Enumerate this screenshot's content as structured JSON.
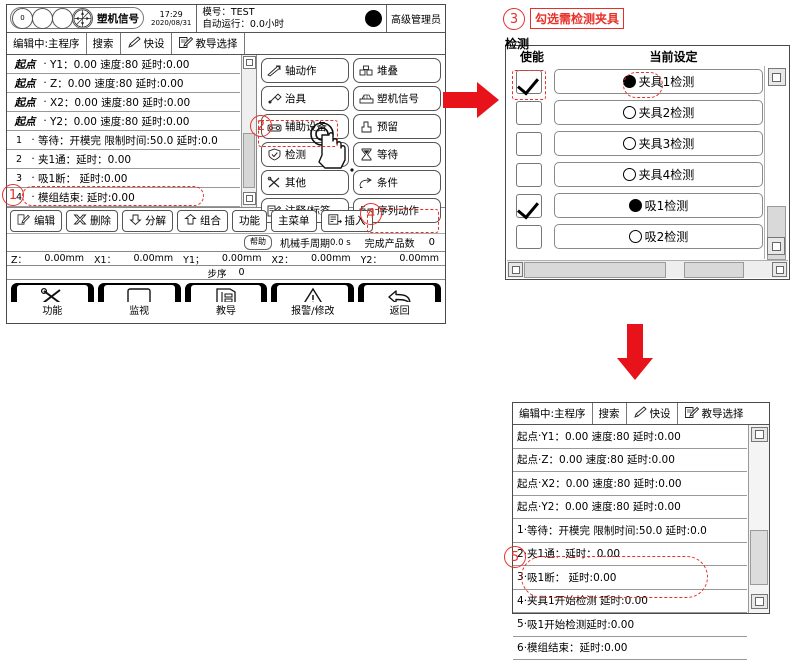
{
  "hmi": {
    "status": {
      "gauge_value": "0",
      "signal_label": "塑机信号",
      "time": "17:29",
      "date": "2020/08/31",
      "mold_label": "模号：TEST",
      "run_label": "自动运行：0.0小时",
      "user": "高级管理员"
    },
    "toolbar": [
      {
        "label": "编辑中:主程序",
        "icon": ""
      },
      {
        "label": "搜索",
        "icon": ""
      },
      {
        "label": "快设",
        "icon": "pencil-icon"
      },
      {
        "label": "教导选择",
        "icon": "edit-doc-icon"
      }
    ],
    "program_rows": [
      {
        "idx": "起点",
        "dot": "·",
        "body": "Y1：0.00 速度:80   延时:0.00"
      },
      {
        "idx": "起点",
        "dot": "·",
        "body": "Z：0.00 速度:80   延时:0.00"
      },
      {
        "idx": "起点",
        "dot": "·",
        "body": "X2：0.00 速度:80   延时:0.00"
      },
      {
        "idx": "起点",
        "dot": "·",
        "body": "Y2：0.00 速度:80   延时:0.00"
      },
      {
        "idx": "1",
        "dot": "·",
        "body": "等待：开模完 限制时间:50.0 延时:0.0"
      },
      {
        "idx": "2",
        "dot": "·",
        "body": "夹1通：延时：0.00"
      },
      {
        "idx": "3",
        "dot": "·",
        "body": "吸1断：  延时:0.00"
      },
      {
        "idx": "4",
        "dot": "·",
        "body": "模组结束: 延时:0.00"
      }
    ],
    "action_buttons": [
      {
        "label": "轴动作",
        "icon": "axis-motion-icon"
      },
      {
        "label": "堆叠",
        "icon": "stack-icon"
      },
      {
        "label": "治具",
        "icon": "jig-icon"
      },
      {
        "label": "塑机信号",
        "icon": "molding-machine-icon"
      },
      {
        "label": "辅助设备",
        "icon": "aux-device-icon"
      },
      {
        "label": "预留",
        "icon": "reserve-icon"
      },
      {
        "label": "检测",
        "icon": "detect-shield-icon"
      },
      {
        "label": "等待",
        "icon": "hourglass-icon"
      },
      {
        "label": "其他",
        "icon": "tools-icon"
      },
      {
        "label": "条件",
        "icon": "condition-icon"
      },
      {
        "label": "注释/标签",
        "icon": "note-icon"
      },
      {
        "label": "序列动作",
        "icon": "sequence-icon"
      }
    ],
    "edit_buttons": [
      {
        "label": "编辑",
        "icon": "edit-icon"
      },
      {
        "label": "删除",
        "icon": "delete-x-icon"
      },
      {
        "label": "分解",
        "icon": "decompose-icon"
      },
      {
        "label": "组合",
        "icon": "combine-icon"
      },
      {
        "label": "功能",
        "icon": ""
      },
      {
        "label": "主菜单",
        "icon": ""
      },
      {
        "label": "插入",
        "icon": "insert-icon"
      }
    ],
    "info": {
      "help": "帮助",
      "cycle_label": "机械手周期",
      "cycle_value": "0.0 s",
      "product_label": "完成产品数",
      "product_value": "0"
    },
    "axes": [
      {
        "k": "Z：",
        "v": "0.00mm"
      },
      {
        "k": "X1：",
        "v": "0.00mm"
      },
      {
        "k": "Y1；",
        "v": "0.00mm"
      },
      {
        "k": "X2：",
        "v": "0.00mm"
      },
      {
        "k": "Y2：",
        "v": "0.00mm"
      }
    ],
    "step": {
      "label": "步序",
      "value": "0"
    },
    "tabs": [
      {
        "label": "功能",
        "icon": "tools-icon"
      },
      {
        "label": "监视",
        "icon": "monitor-icon"
      },
      {
        "label": "教导",
        "icon": "teach-icon"
      },
      {
        "label": "报警/修改",
        "icon": "warning-icon"
      },
      {
        "label": "返回",
        "icon": "back-arrow-icon"
      }
    ]
  },
  "detect_panel": {
    "title": "检测",
    "col_enable": "使能",
    "col_current": "当前设定",
    "rows": [
      {
        "checked": true,
        "selected": true,
        "label": "夹具1检测"
      },
      {
        "checked": false,
        "selected": false,
        "label": "夹具2检测"
      },
      {
        "checked": false,
        "selected": false,
        "label": "夹具3检测"
      },
      {
        "checked": false,
        "selected": false,
        "label": "夹具4检测"
      },
      {
        "checked": true,
        "selected": true,
        "label": "吸1检测"
      },
      {
        "checked": false,
        "selected": false,
        "label": "吸2检测"
      }
    ]
  },
  "result_panel": {
    "toolbar": [
      {
        "label": "编辑中:主程序"
      },
      {
        "label": "搜索"
      },
      {
        "label": "快设"
      },
      {
        "label": "教导选择"
      }
    ],
    "rows": [
      {
        "idx": "起点",
        "dot": "·",
        "body": "Y1：0.00 速度:80   延时:0.00"
      },
      {
        "idx": "起点",
        "dot": "·",
        "body": "Z：0.00 速度:80   延时:0.00"
      },
      {
        "idx": "起点",
        "dot": "·",
        "body": "X2：0.00 速度:80   延时:0.00"
      },
      {
        "idx": "起点",
        "dot": "·",
        "body": "Y2：0.00 速度:80   延时:0.00"
      },
      {
        "idx": "1",
        "dot": "·",
        "body": "等待：开模完 限制时间:50.0 延时:0.0"
      },
      {
        "idx": "2",
        "dot": "·",
        "body": "夹1通：延时：0.00"
      },
      {
        "idx": "3",
        "dot": "·",
        "body": "吸1断：  延时:0.00"
      },
      {
        "idx": "4",
        "dot": "·",
        "body": "夹具1开始检测 延时:0.00"
      },
      {
        "idx": "5",
        "dot": "·",
        "body": "吸1开始检测延时:0.00"
      },
      {
        "idx": "6",
        "dot": "·",
        "body": "模组结束：延时:0.00"
      }
    ]
  },
  "annotations": {
    "markers": [
      "1",
      "2",
      "3",
      "4",
      "5"
    ],
    "callout_text": "勾选需检测夹具",
    "accent_color": "#e8302a"
  }
}
